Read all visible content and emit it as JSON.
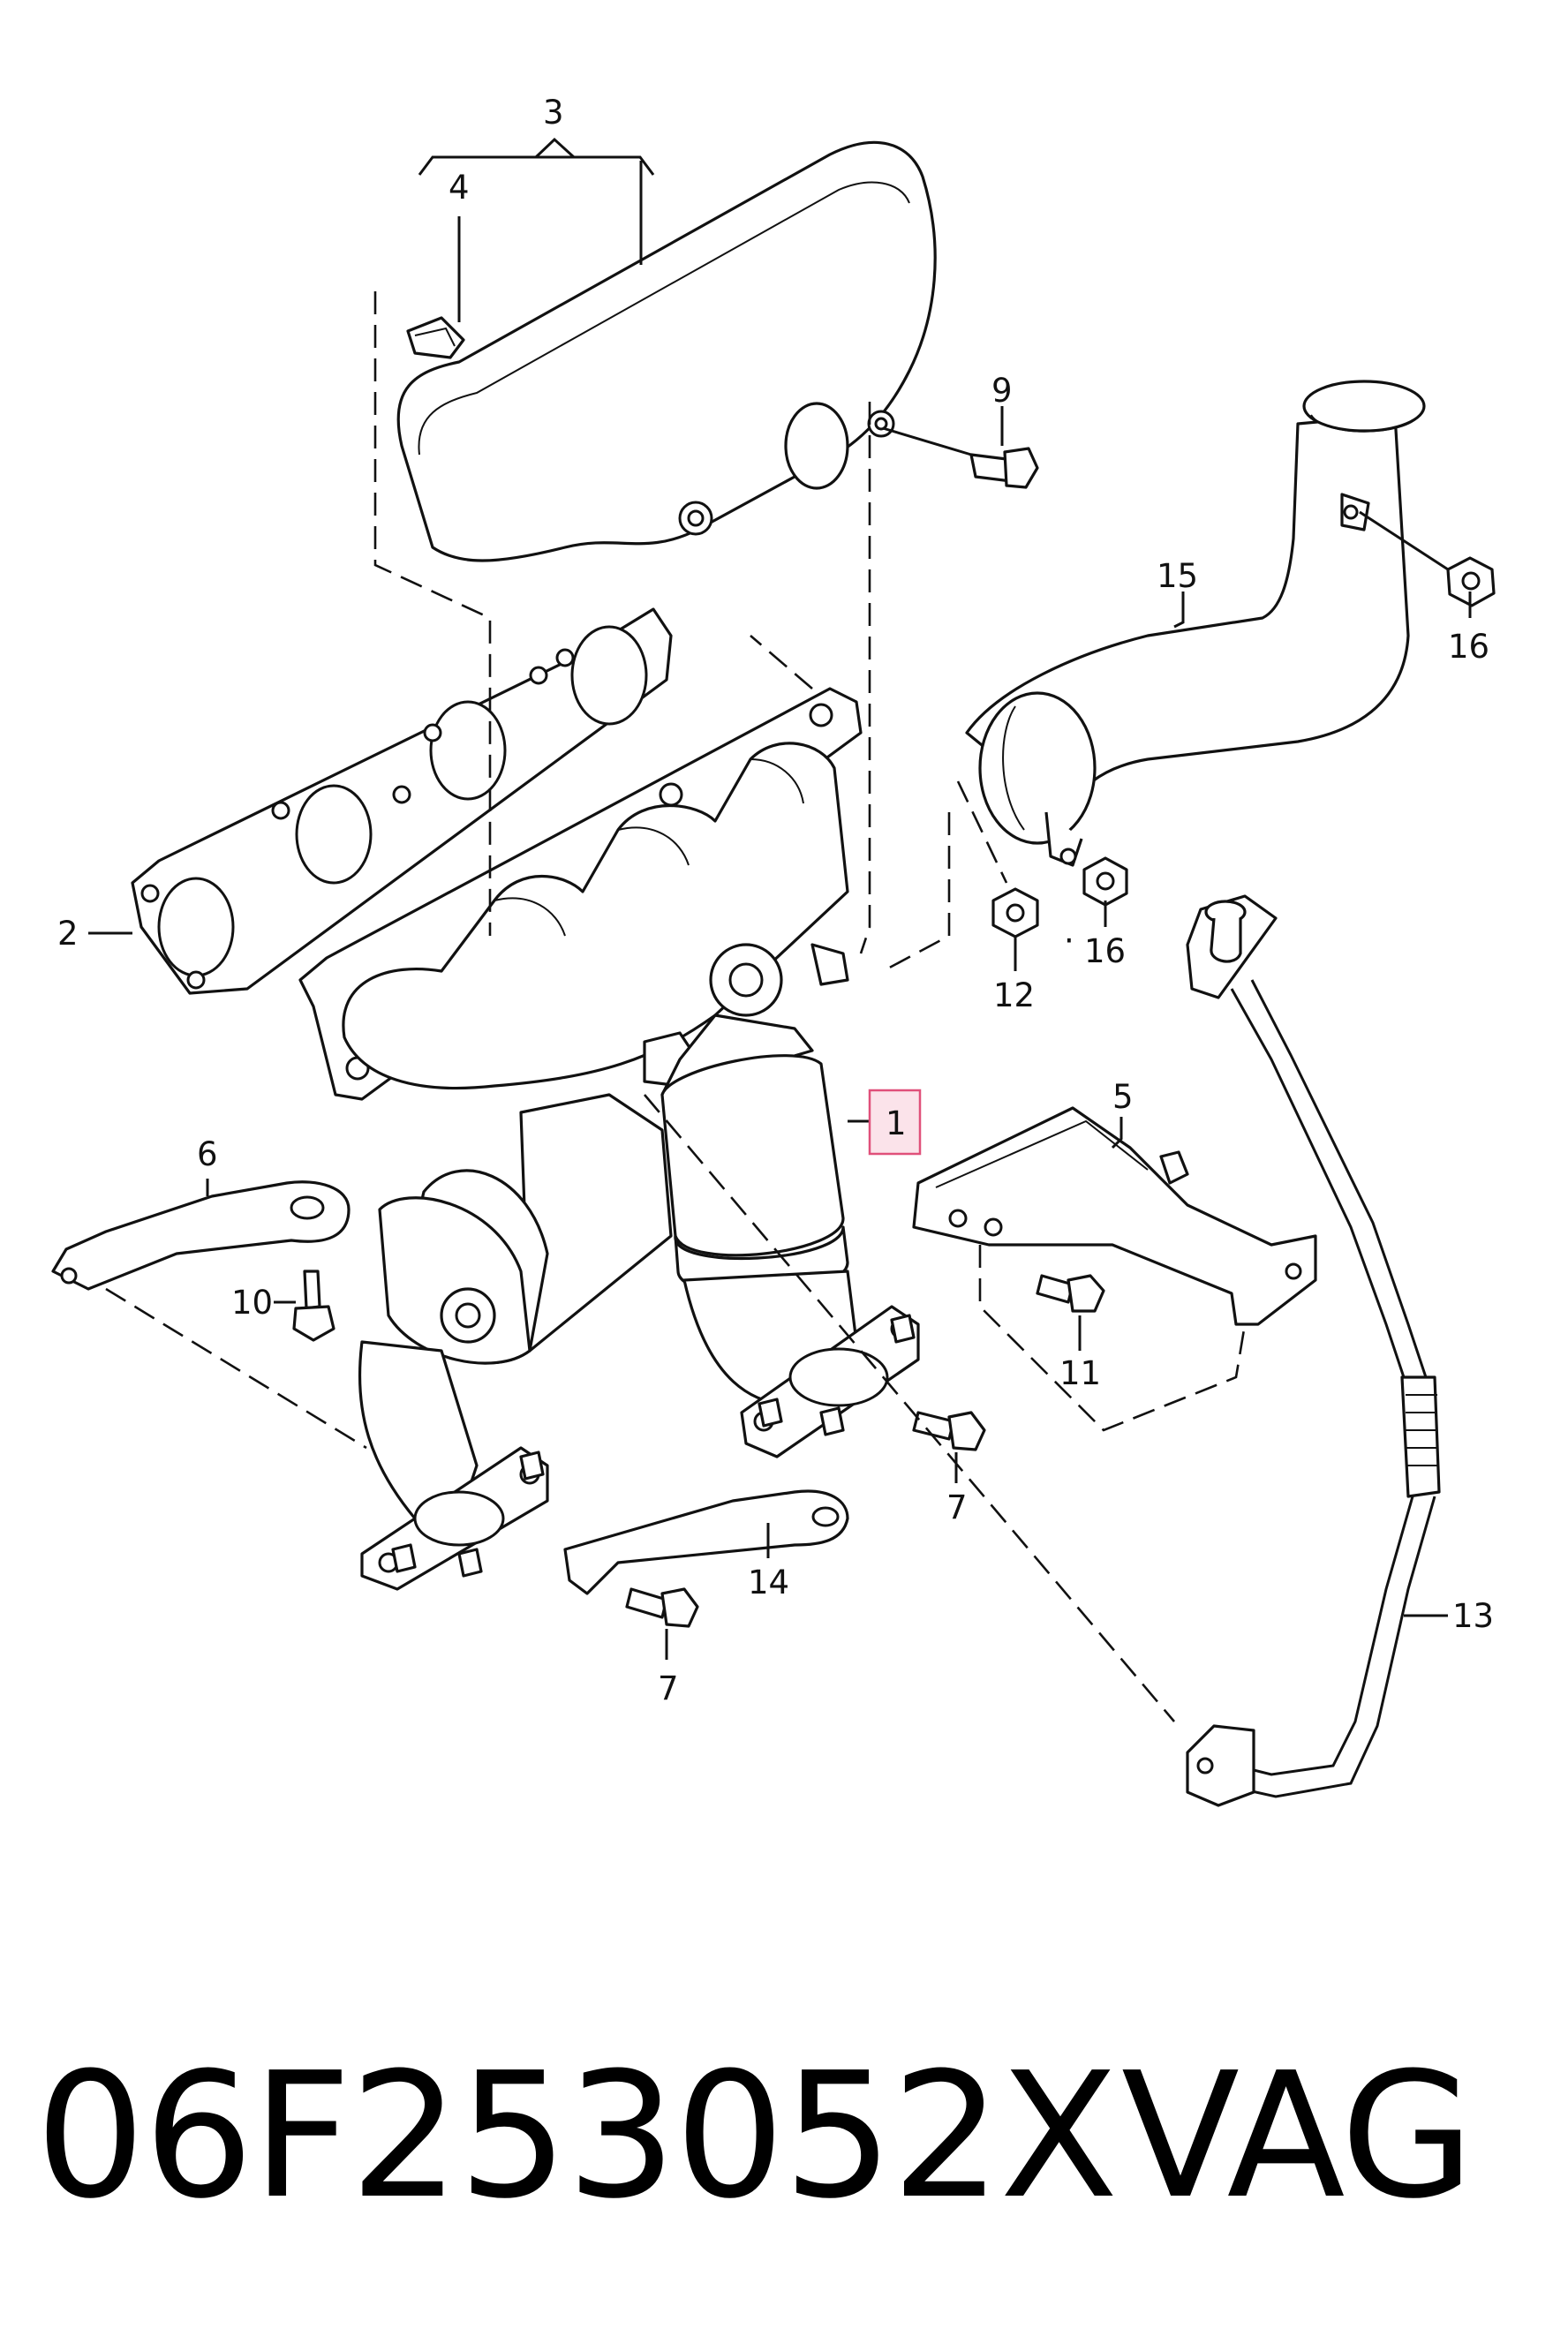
{
  "callouts": [
    {
      "id": "1",
      "text": "1",
      "highlight": true
    },
    {
      "id": "2",
      "text": "2"
    },
    {
      "id": "3",
      "text": "3"
    },
    {
      "id": "4",
      "text": "4"
    },
    {
      "id": "5",
      "text": "5"
    },
    {
      "id": "6",
      "text": "6"
    },
    {
      "id": "7a",
      "text": "7"
    },
    {
      "id": "7b",
      "text": "7"
    },
    {
      "id": "9",
      "text": "9"
    },
    {
      "id": "10",
      "text": "10"
    },
    {
      "id": "11",
      "text": "11"
    },
    {
      "id": "12",
      "text": "12"
    },
    {
      "id": "13",
      "text": "13"
    },
    {
      "id": "14",
      "text": "14"
    },
    {
      "id": "15",
      "text": "15"
    },
    {
      "id": "16a",
      "text": "16"
    },
    {
      "id": "16b",
      "text": "16"
    }
  ],
  "footer": {
    "part_number": "06F253052X",
    "brand": "VAG"
  },
  "colors": {
    "line": "#111111",
    "highlight_border": "#e0507a",
    "highlight_fill": "#fbe3ea",
    "background": "#ffffff"
  }
}
